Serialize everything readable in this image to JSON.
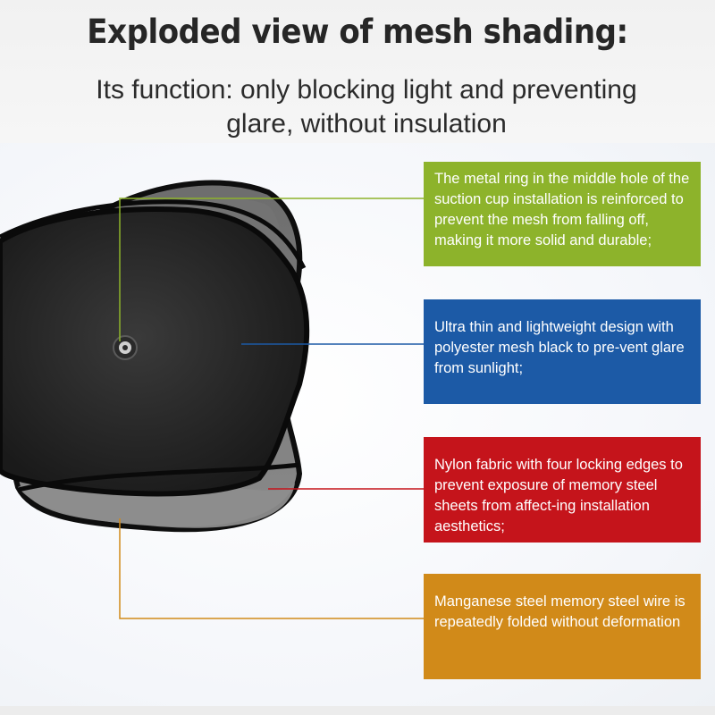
{
  "header": {
    "title": "Exploded view of mesh shading:",
    "subtitle_line1": "Its function: only blocking light and preventing",
    "subtitle_line2": "glare, without insulation"
  },
  "callouts": [
    {
      "text": "The metal ring in the middle hole of the suction cup installation is reinforced to prevent the mesh from falling off, making it more solid and durable;",
      "color": "#8db32b"
    },
    {
      "text": "Ultra thin and lightweight design with polyester mesh black to pre-vent glare from sunlight;",
      "color": "#1c5aa6"
    },
    {
      "text": "Nylon fabric with four locking edges to prevent exposure of memory steel sheets from affect-ing installation aesthetics;",
      "color": "#c5141b"
    },
    {
      "text": "Manganese steel memory steel wire is repeatedly folded without deformation",
      "color": "#d18a19"
    }
  ],
  "icons": [
    "suction-cup-icon"
  ]
}
